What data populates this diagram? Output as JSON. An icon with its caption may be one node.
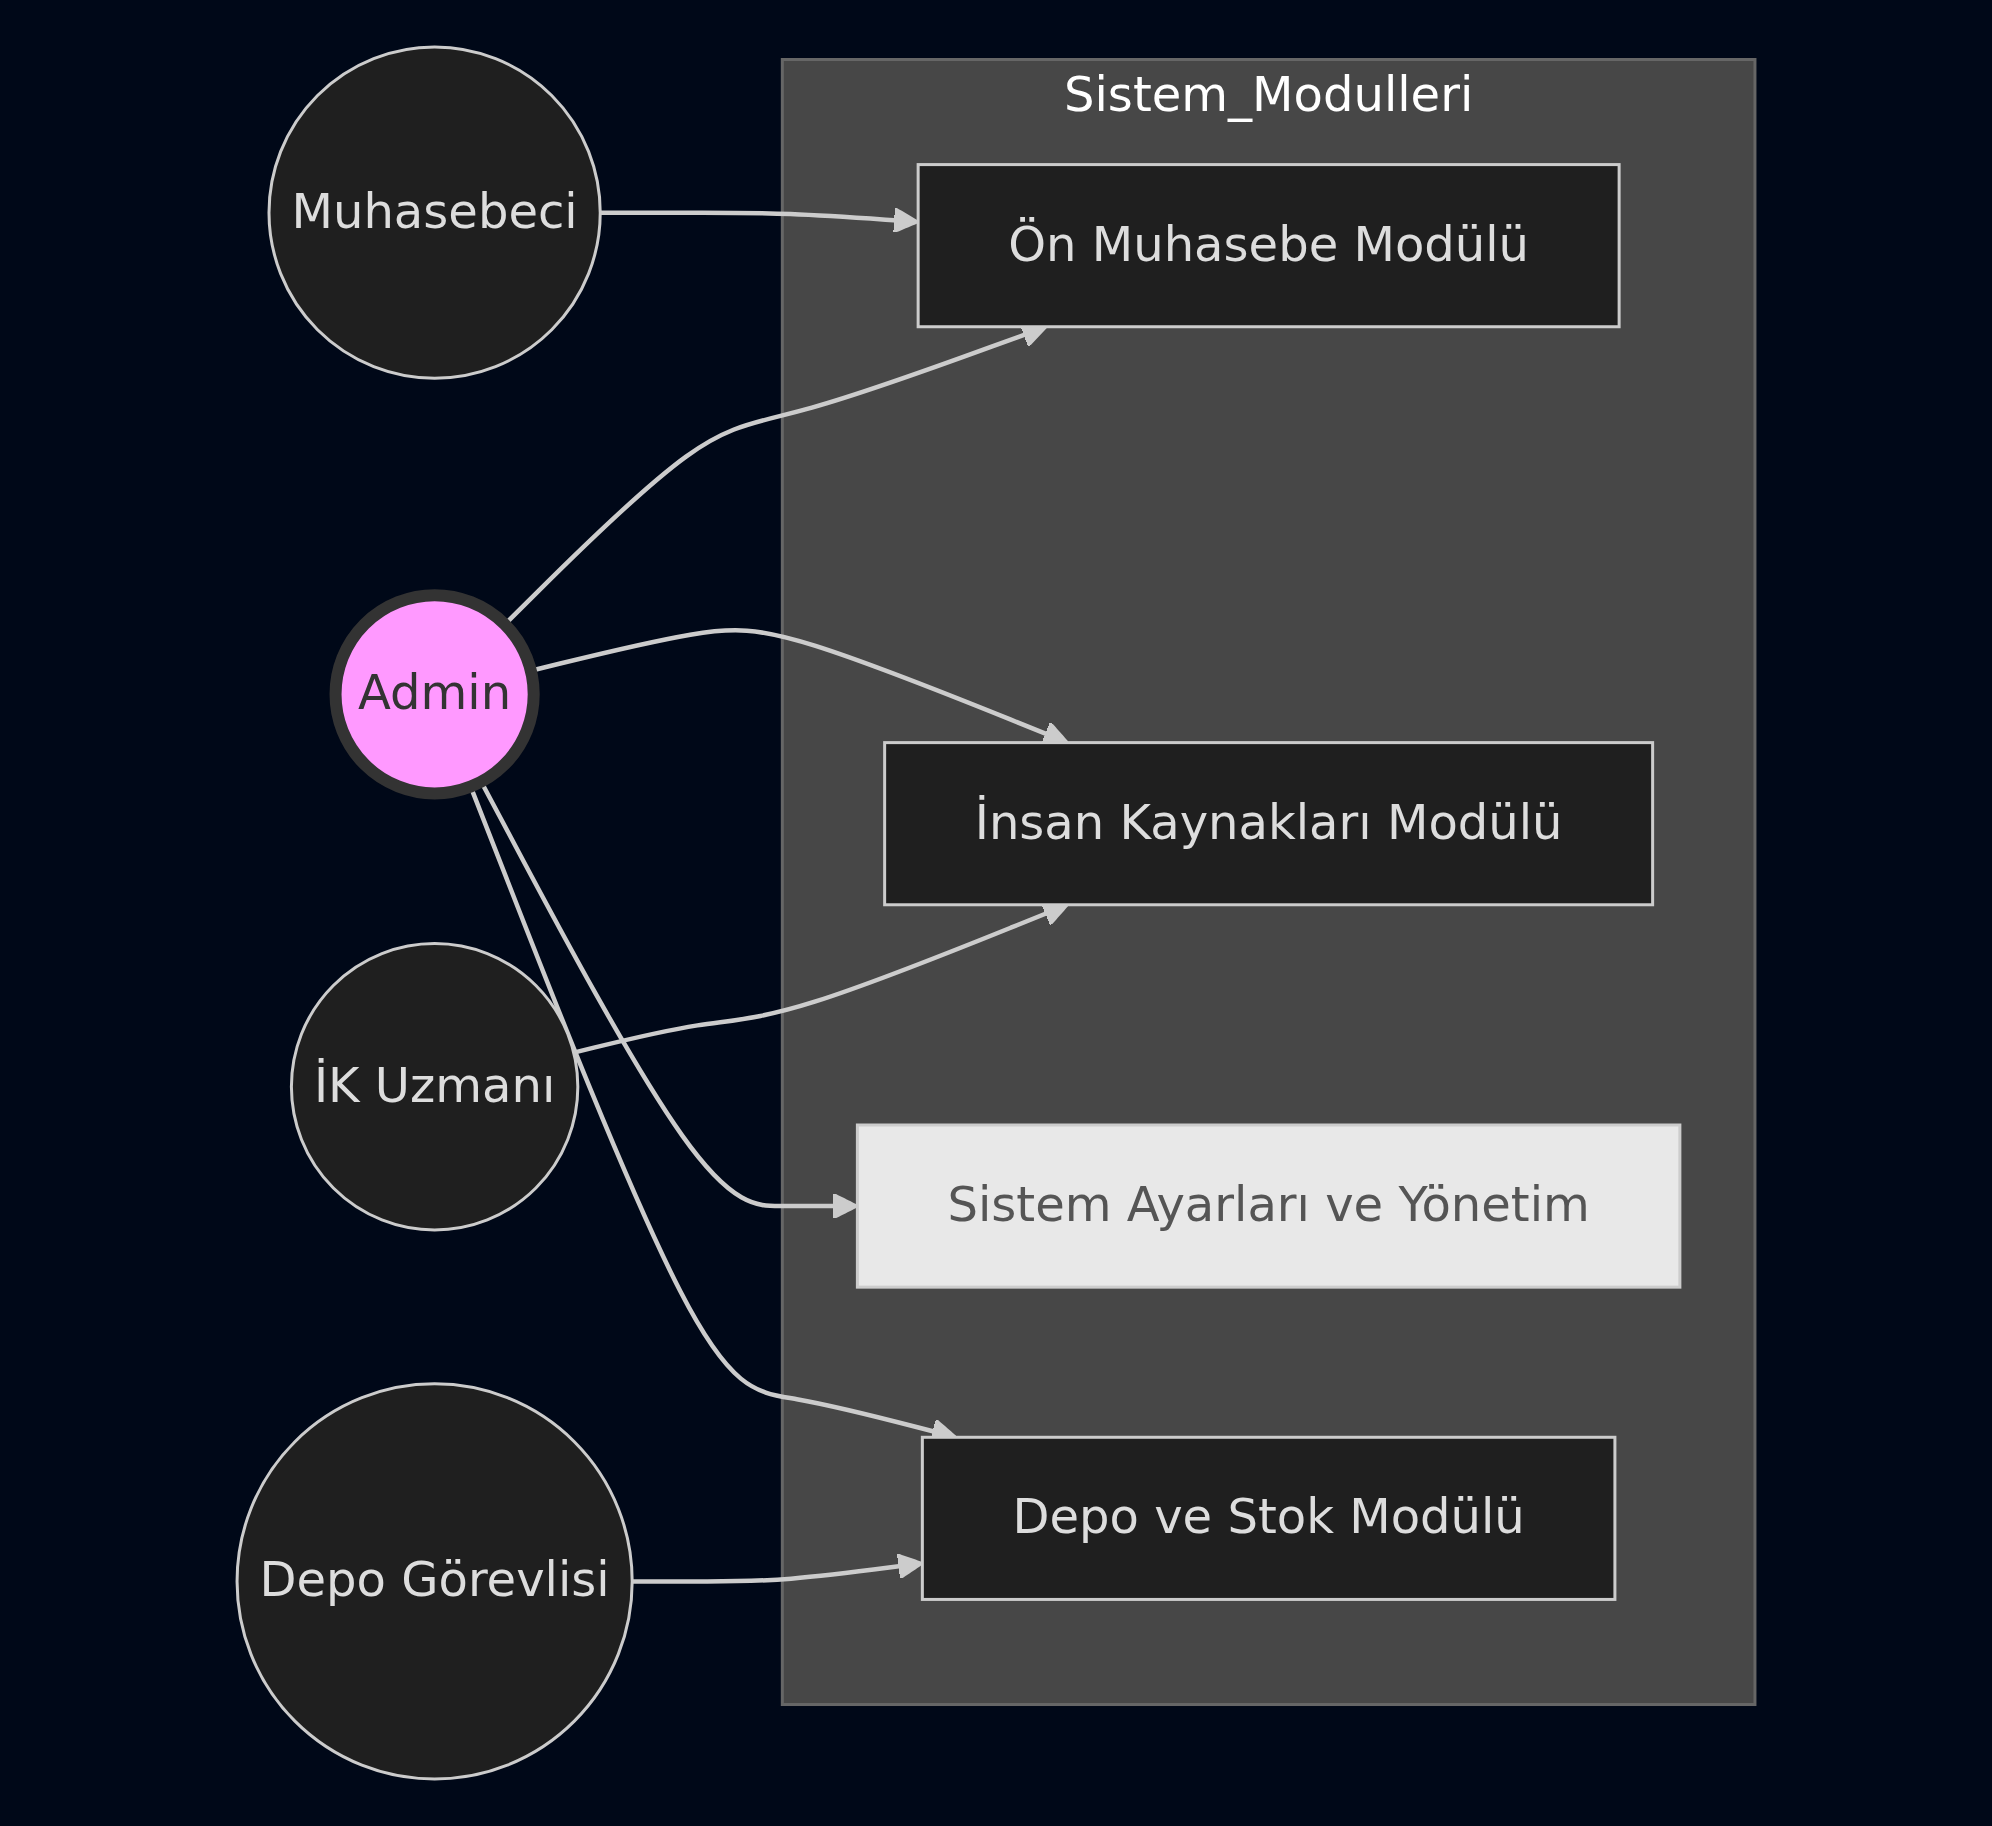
{
  "diagram": {
    "nodes": [
      {
        "text": [
          "Sistem_Modulleri"
        ]
      },
      {
        "text": [
          "Ön Muhasebe Modülü"
        ],
        "in": 0
      },
      {
        "text": [
          "İnsan Kaynakları Modülü"
        ],
        "in": 0
      },
      {
        "text": [
          "Sistem Ayarları ve Yönetim"
        ],
        "in": 0
      },
      {
        "text": [
          "Depo ve Stok Modülü"
        ],
        "in": 0
      },
      {
        "text": [
          "Muhasebeci"
        ]
      },
      {
        "text": [
          "Admin"
        ]
      },
      {
        "text": [
          "İK Uzmanı"
        ]
      },
      {
        "text": [
          "Depo Görevlisi"
        ]
      }
    ],
    "edges": [
      {
        "from": 5,
        "to": 1,
        "arrow": "to"
      },
      {
        "from": 6,
        "to": 1,
        "arrow": "to"
      },
      {
        "from": 6,
        "to": 2,
        "arrow": "to"
      },
      {
        "from": 6,
        "to": 3,
        "arrow": "to"
      },
      {
        "from": 6,
        "to": 4,
        "arrow": "to"
      },
      {
        "from": 7,
        "to": 2,
        "arrow": "to"
      },
      {
        "from": 8,
        "to": 4,
        "arrow": "to"
      }
    ]
  }
}
